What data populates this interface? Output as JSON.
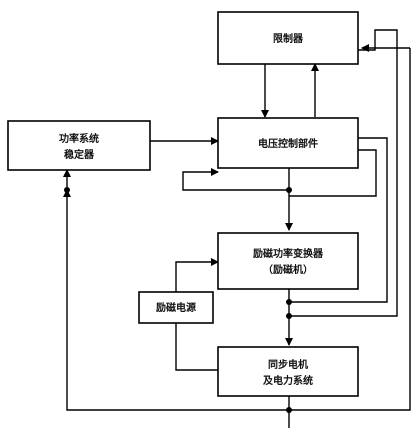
{
  "blocks": {
    "limiter": {
      "label": "限制器"
    },
    "voltage_control": {
      "label": "电压控制部件"
    },
    "pss": {
      "line1": "功率系统",
      "line2": "稳定器"
    },
    "exciter_converter": {
      "line1": "励磁功率变换器",
      "line2": "（励磁机）"
    },
    "excitation_source": {
      "label": "励磁电源"
    },
    "generator": {
      "line1": "同步电机",
      "line2": "及电力系统"
    }
  }
}
